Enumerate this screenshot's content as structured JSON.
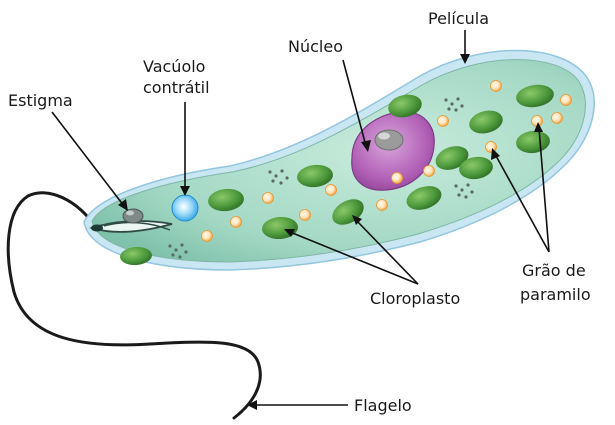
{
  "labels": {
    "pelicula": "Película",
    "nucleo": "Núcleo",
    "vacuolo_line1": "Vacúolo",
    "vacuolo_line2": "contrátil",
    "estigma": "Estigma",
    "grao_line1": "Grão de",
    "grao_line2": "paramilo",
    "cloroplasto": "Cloroplasto",
    "flagelo": "Flagelo"
  },
  "colors": {
    "cytoplasm": "#a9dbc9",
    "pellicle": "#c9e6f3",
    "chloroplast": "#4e9a3c",
    "nucleus": "#b261b7",
    "nucleolus": "#9b9b9b",
    "paramylon": "#f6b04f",
    "vacuole": "#48b7f0",
    "flagellum": "#1a1a1a"
  }
}
